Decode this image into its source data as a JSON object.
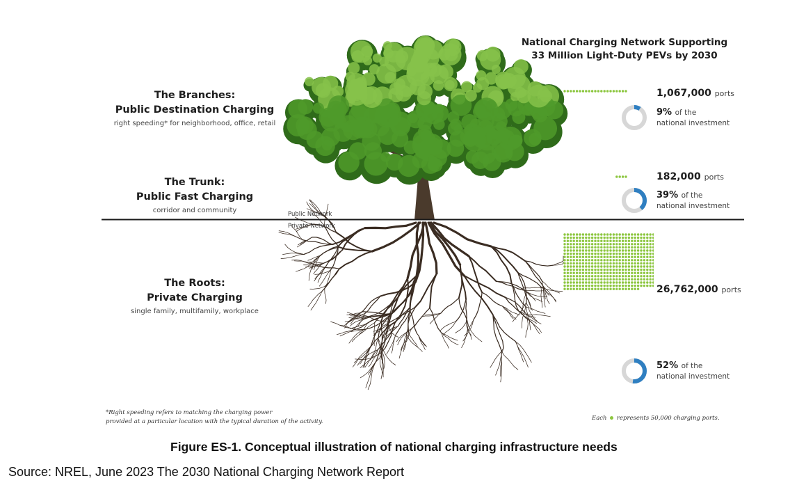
{
  "header": {
    "line1": "National Charging Network Supporting",
    "line2": "33 Million Light-Duty PEVs by 2030"
  },
  "tiers": [
    {
      "title1": "The Branches:",
      "title2": "Public Destination Charging",
      "subtitle": "right speeding* for neighborhood, office, retail",
      "ports_value": "1,067,000",
      "ports_unit": "ports",
      "dots": 21,
      "investment_pct": "9%",
      "investment_fraction": 0.09,
      "of_the": "of the",
      "investment_note": "national investment"
    },
    {
      "title1": "The Trunk:",
      "title2": "Public Fast Charging",
      "subtitle": "corridor and community",
      "ports_value": "182,000",
      "ports_unit": "ports",
      "dots": 4,
      "investment_pct": "39%",
      "investment_fraction": 0.39,
      "of_the": "of the",
      "investment_note": "national investment"
    },
    {
      "title1": "The Roots:",
      "title2": "Private Charging",
      "subtitle": "single family, multifamily, workplace",
      "ports_value": "26,762,000",
      "ports_unit": "ports",
      "dots": 535,
      "investment_pct": "52%",
      "investment_fraction": 0.52,
      "of_the": "of the",
      "investment_note": "national investment"
    }
  ],
  "network": {
    "public": "Public Network",
    "private": "Private Network"
  },
  "footnote": {
    "line1": "*Right speeding refers to matching the charging power",
    "line2": "provided at a particular location with the typical duration of the activity."
  },
  "legend": {
    "pre": "Each",
    "post": "represents 50,000 charging ports."
  },
  "caption": "Figure ES-1. Conceptual illustration of national charging infrastructure needs",
  "source": "Source: NREL, June 2023 The 2030 National Charging Network Report",
  "colors": {
    "dot_green": "#8cc63f",
    "donut_blue": "#2f7fc1",
    "donut_gray": "#d7d7d7",
    "foliage_dark": "#2f6b1a",
    "foliage_mid": "#4f9a2a",
    "foliage_light": "#86c24a",
    "bark": "#4a3a2c"
  }
}
